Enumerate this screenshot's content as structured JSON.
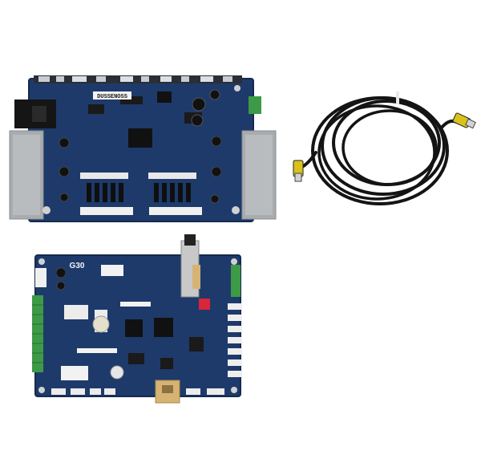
{
  "photo": {
    "subject": "controller-boards-and-cable",
    "colors": {
      "background": "#ffffff",
      "pcb": "#1e3a6b",
      "pcb_dark": "#162c52",
      "heatsink": "#a9acae",
      "connector_green": "#3d9a46",
      "ethernet_jack": "#d6b372",
      "cable": "#141414",
      "plug_yellow": "#d9c21a"
    }
  },
  "upper_board": {
    "silkscreen_label": "DUSSENOSS"
  },
  "lower_board": {
    "silkscreen_label": "G30"
  },
  "cable": {}
}
